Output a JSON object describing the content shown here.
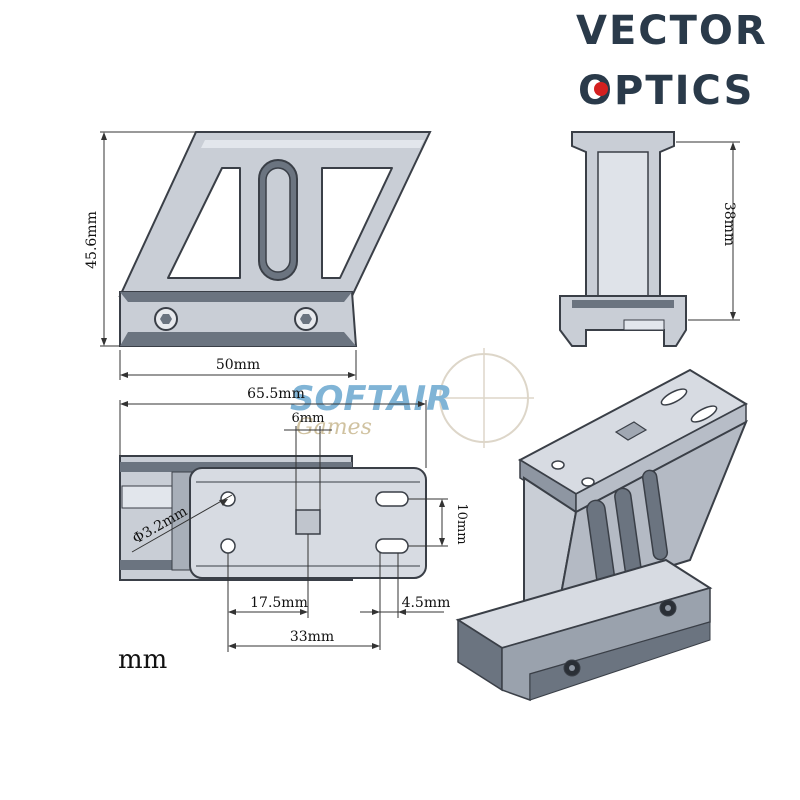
{
  "brand": {
    "line1": "VECTOR",
    "line2": "OPTICS",
    "colors": {
      "text": "#2a3a4a",
      "dot": "#d42020"
    }
  },
  "watermark": {
    "line1": "SOFTAIR",
    "line2": "Games",
    "colors": {
      "main": "#6aa8d0",
      "sub": "#c8b890",
      "reticle": "#d8d0c0"
    }
  },
  "dimensions": {
    "front_height": "45.6mm",
    "front_width": "50mm",
    "side_height": "38mm",
    "top_length": "65.5mm",
    "top_slot_offset": "6mm",
    "hole_diameter": "Φ3.2mm",
    "slot_spacing": "10mm",
    "hole_to_center": "17.5mm",
    "slot_width": "4.5mm",
    "hole_to_slot": "33mm"
  },
  "units_label": "mm",
  "colors": {
    "part_fill": "#c9ced6",
    "part_light": "#e2e6ec",
    "part_dark": "#6b7480",
    "edge": "#3a3f47",
    "dim_line": "#333333"
  }
}
